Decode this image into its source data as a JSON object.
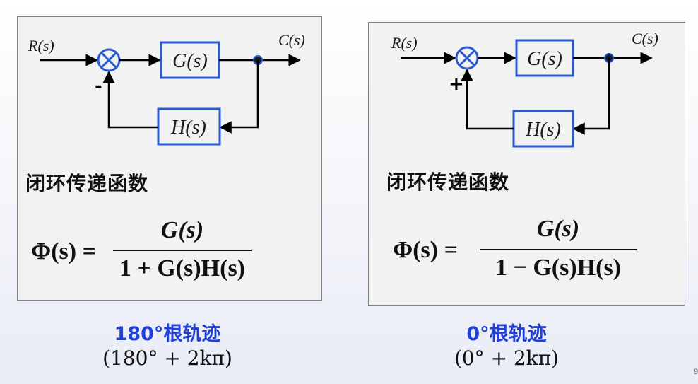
{
  "left": {
    "input_label": "R(s)",
    "output_label": "C(s)",
    "forward_block": "G(s)",
    "feedback_block": "H(s)",
    "feedback_sign": "-",
    "heading": "闭环传递函数",
    "formula": {
      "lhs": "Φ(s) =",
      "numerator": "G(s)",
      "denominator": "1 + G(s)H(s)"
    },
    "caption_title": "180°根轨迹",
    "caption_sub": "(180° + 2kπ)"
  },
  "right": {
    "input_label": "R(s)",
    "output_label": "C(s)",
    "forward_block": "G(s)",
    "feedback_block": "H(s)",
    "feedback_sign": "+",
    "heading": "闭环传递函数",
    "formula": {
      "lhs": "Φ(s) =",
      "numerator": "G(s)",
      "denominator": "1 − G(s)H(s)"
    },
    "caption_title": "0°根轨迹",
    "caption_sub": "(0° + 2kπ)"
  },
  "colors": {
    "block_border": "#2a5bd7",
    "summing_junction": "#2a5bd7",
    "caption_title": "#1f3fd6",
    "panel_bg": "#f2f2f2"
  },
  "corner_text": "9"
}
